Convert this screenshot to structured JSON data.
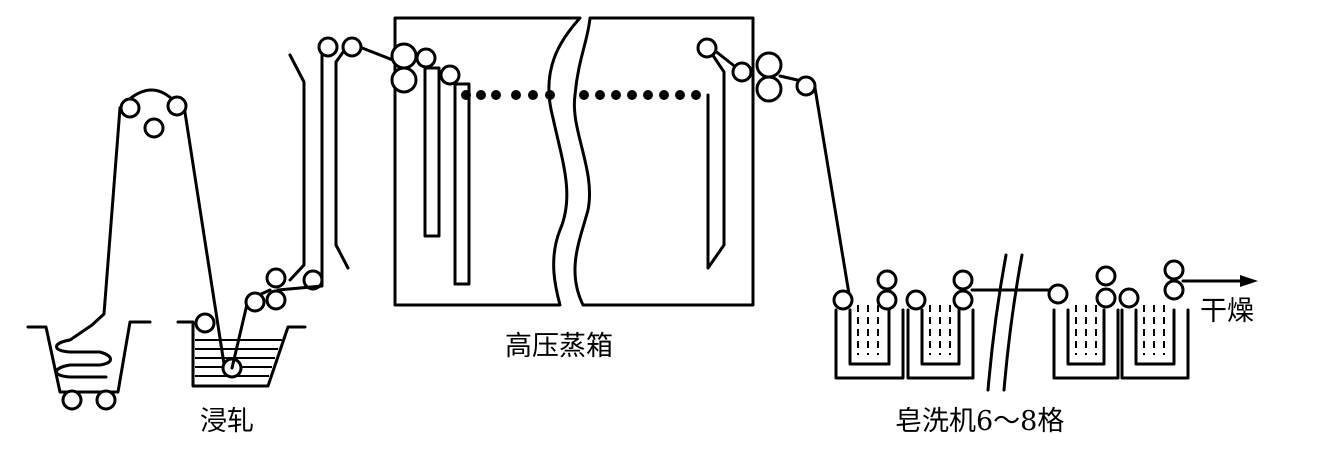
{
  "labels": {
    "padding": "浸轧",
    "steamer": "高压蒸箱",
    "soaper": "皂洗机6～8格",
    "drying": "干燥"
  },
  "colors": {
    "line": "#000000",
    "background": "#ffffff"
  }
}
